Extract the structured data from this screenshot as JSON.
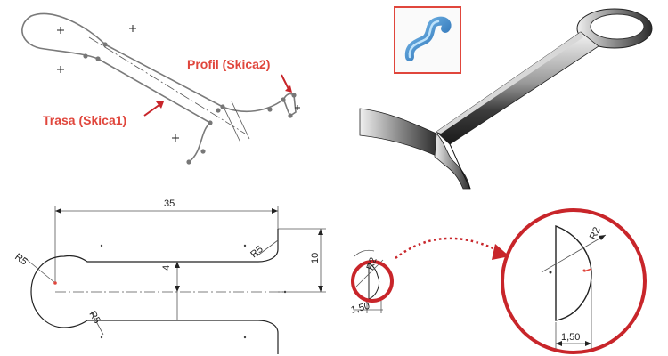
{
  "labels": {
    "profile": "Profil (Skica2)",
    "path": "Trasa (Skica1)"
  },
  "dimensions": {
    "length": "35",
    "height": "10",
    "gap": "4",
    "radius_left": "R5",
    "radius_right_top": "R5",
    "radius_lower": "R5",
    "profile_radius_small": "R2",
    "profile_width_small": "1,50",
    "profile_radius_large": "R2",
    "profile_width_large": "1,50"
  },
  "colors": {
    "accent_red": "#e0463c",
    "dark_red": "#c8252a",
    "icon_blue": "#1e73c8"
  },
  "icons": {
    "sweep_feature": "sweep-icon"
  }
}
